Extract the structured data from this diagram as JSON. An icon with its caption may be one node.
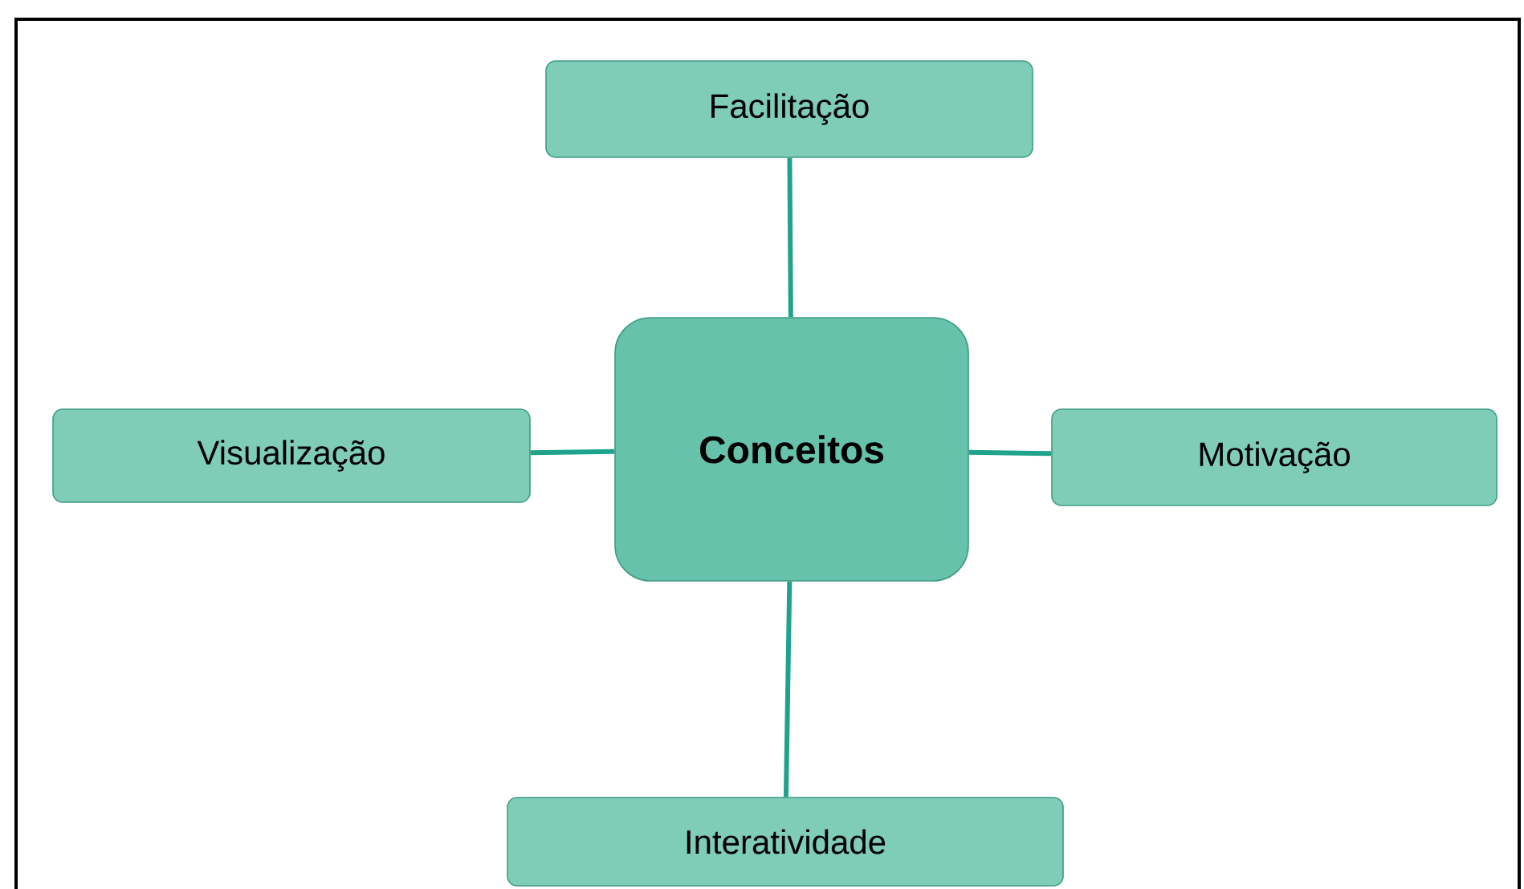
{
  "diagram": {
    "nodes": [
      {
        "text": [
          "Facilitação"
        ]
      },
      {
        "text": [
          "Visualização"
        ]
      },
      {
        "text": [
          "Conceitos"
        ]
      },
      {
        "text": [
          "Motivação"
        ]
      },
      {
        "text": [
          "Interatividade"
        ]
      }
    ],
    "edges": [
      {
        "from": 2,
        "to": 0,
        "arrow": "none"
      },
      {
        "from": 2,
        "to": 1,
        "arrow": "none"
      },
      {
        "from": 2,
        "to": 3,
        "arrow": "none"
      },
      {
        "from": 2,
        "to": 4,
        "arrow": "none"
      }
    ]
  }
}
